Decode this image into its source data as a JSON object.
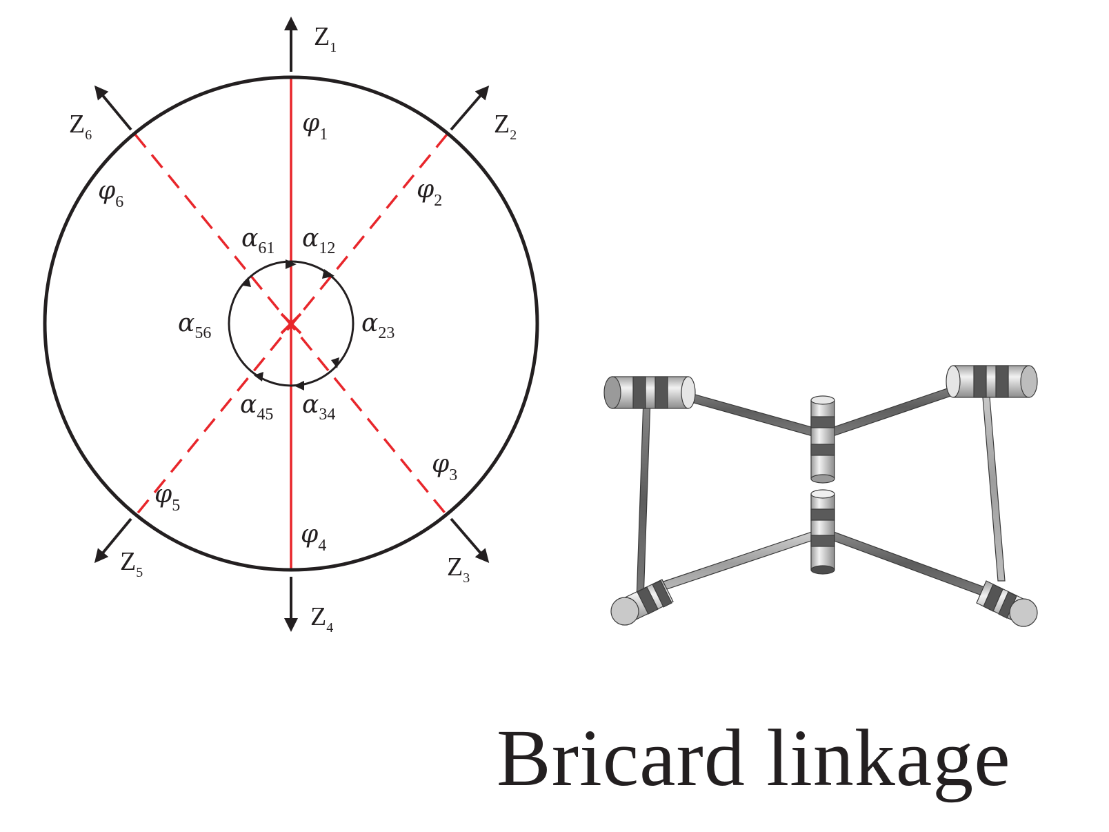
{
  "caption": "Bricard linkage",
  "colors": {
    "outline": "#231f20",
    "axis_red": "#e8262b",
    "link_dark": "#6d6d6d",
    "link_light": "#b8b8b8"
  },
  "diagram": {
    "axes": [
      {
        "id": "z1",
        "label": "Z",
        "sub": "1"
      },
      {
        "id": "z2",
        "label": "Z",
        "sub": "2"
      },
      {
        "id": "z3",
        "label": "Z",
        "sub": "3"
      },
      {
        "id": "z4",
        "label": "Z",
        "sub": "4"
      },
      {
        "id": "z5",
        "label": "Z",
        "sub": "5"
      },
      {
        "id": "z6",
        "label": "Z",
        "sub": "6"
      }
    ],
    "joint_angles": [
      {
        "id": "phi1",
        "sym": "φ",
        "sub": "1"
      },
      {
        "id": "phi2",
        "sym": "φ",
        "sub": "2"
      },
      {
        "id": "phi3",
        "sym": "φ",
        "sub": "3"
      },
      {
        "id": "phi4",
        "sym": "φ",
        "sub": "4"
      },
      {
        "id": "phi5",
        "sym": "φ",
        "sub": "5"
      },
      {
        "id": "phi6",
        "sym": "φ",
        "sub": "6"
      }
    ],
    "twist_angles": [
      {
        "id": "a12",
        "sym": "α",
        "sub": "12"
      },
      {
        "id": "a23",
        "sym": "α",
        "sub": "23"
      },
      {
        "id": "a34",
        "sym": "α",
        "sub": "34"
      },
      {
        "id": "a45",
        "sym": "α",
        "sub": "45"
      },
      {
        "id": "a56",
        "sym": "α",
        "sub": "56"
      },
      {
        "id": "a61",
        "sym": "α",
        "sub": "61"
      }
    ]
  }
}
